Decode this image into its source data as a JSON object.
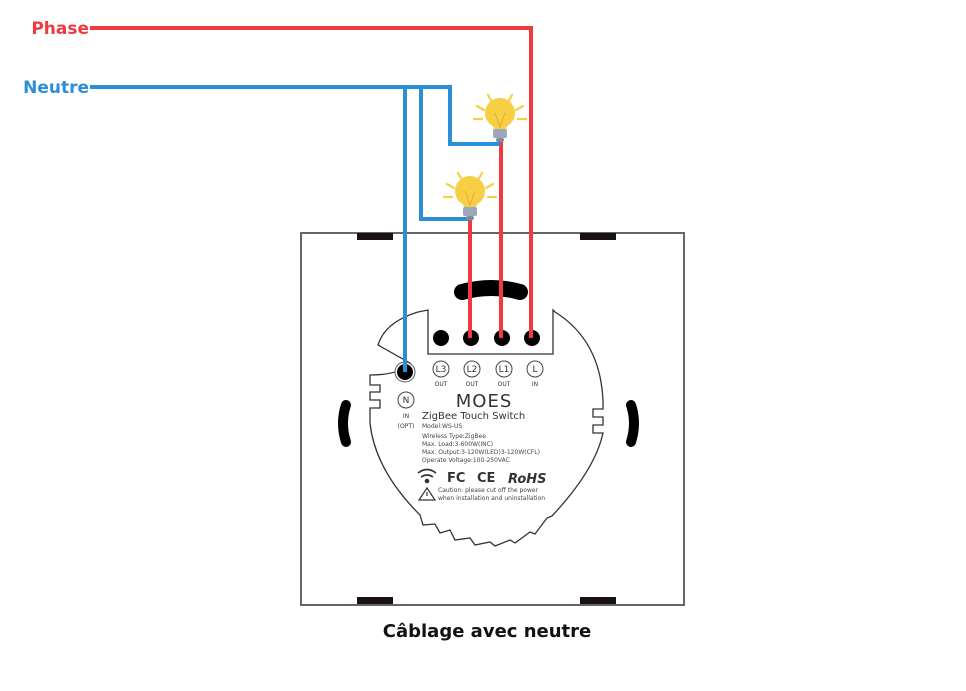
{
  "labels": {
    "phase": "Phase",
    "neutre": "Neutre",
    "caption": "Câblage avec neutre"
  },
  "colors": {
    "phase": "#f03a3f",
    "neutre": "#2a8fd6",
    "bulb": "#f7cf45",
    "outline": "#555555"
  },
  "device": {
    "brand": "MOES",
    "product": "ZigBee Touch Switch",
    "specs": [
      "Model:WS-US",
      "Wireless Type:ZigBee",
      "Max. Load:3-600W(INC)",
      "Max. Output:3-120W(LED)3-120W(CFL)",
      "Operate Voltage:100-250VAC"
    ],
    "caution": [
      "Caution: please cut off the power",
      "when installation and uninstallation"
    ],
    "certifications": [
      "FC",
      "CE",
      "RoHS"
    ],
    "terminals": [
      {
        "id": "L3",
        "sub": "OUT"
      },
      {
        "id": "L2",
        "sub": "OUT"
      },
      {
        "id": "L1",
        "sub": "OUT"
      },
      {
        "id": "L",
        "sub": "IN"
      }
    ],
    "neutral_terminal": {
      "id": "N",
      "sub1": "IN",
      "sub2": "(OPT)"
    }
  },
  "icons": [
    "lightbulb-icon",
    "lightbulb-icon",
    "wifi-icon",
    "warning-icon"
  ]
}
